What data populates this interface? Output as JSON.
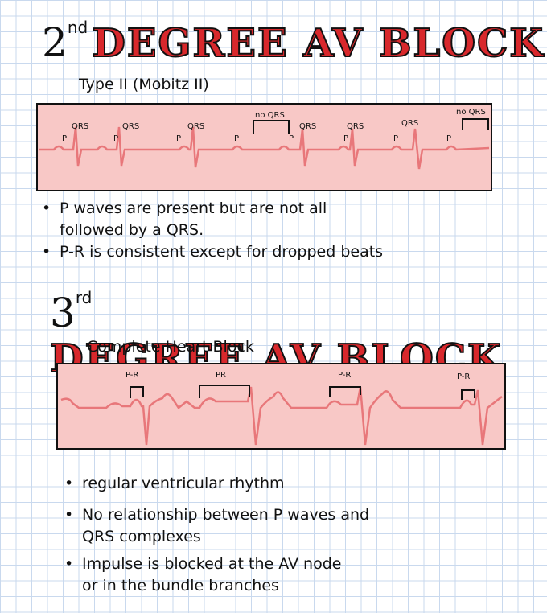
{
  "section1": {
    "number": "2",
    "superscript": "nd",
    "title": "DEGREE AV BLOCK",
    "subtitle": "Type II   (Mobitz II)",
    "strip_labels": {
      "p": "P",
      "qrs": "QRS",
      "no_qrs": "no QRS"
    },
    "bullets": [
      "P waves are present but are not all",
      "followed by a QRS.",
      "P-R is consistent except for dropped beats"
    ]
  },
  "section2": {
    "number": "3",
    "superscript": "rd",
    "title": "DEGREE AV BLOCK",
    "subtitle": "Complete   Heart   Block",
    "strip_labels": {
      "pr_dash": "P-R",
      "pr": "PR"
    },
    "bullets": [
      "regular ventricular rhythm",
      "No relationship between P waves and",
      "QRS complexes",
      "Impulse is blocked at the AV node",
      "or in the bundle branches"
    ]
  },
  "colors": {
    "title_red": "#d8282c",
    "strip_fill": "#f8c8c6",
    "trace": "#e8777a",
    "grid": "#c9d9ee"
  }
}
